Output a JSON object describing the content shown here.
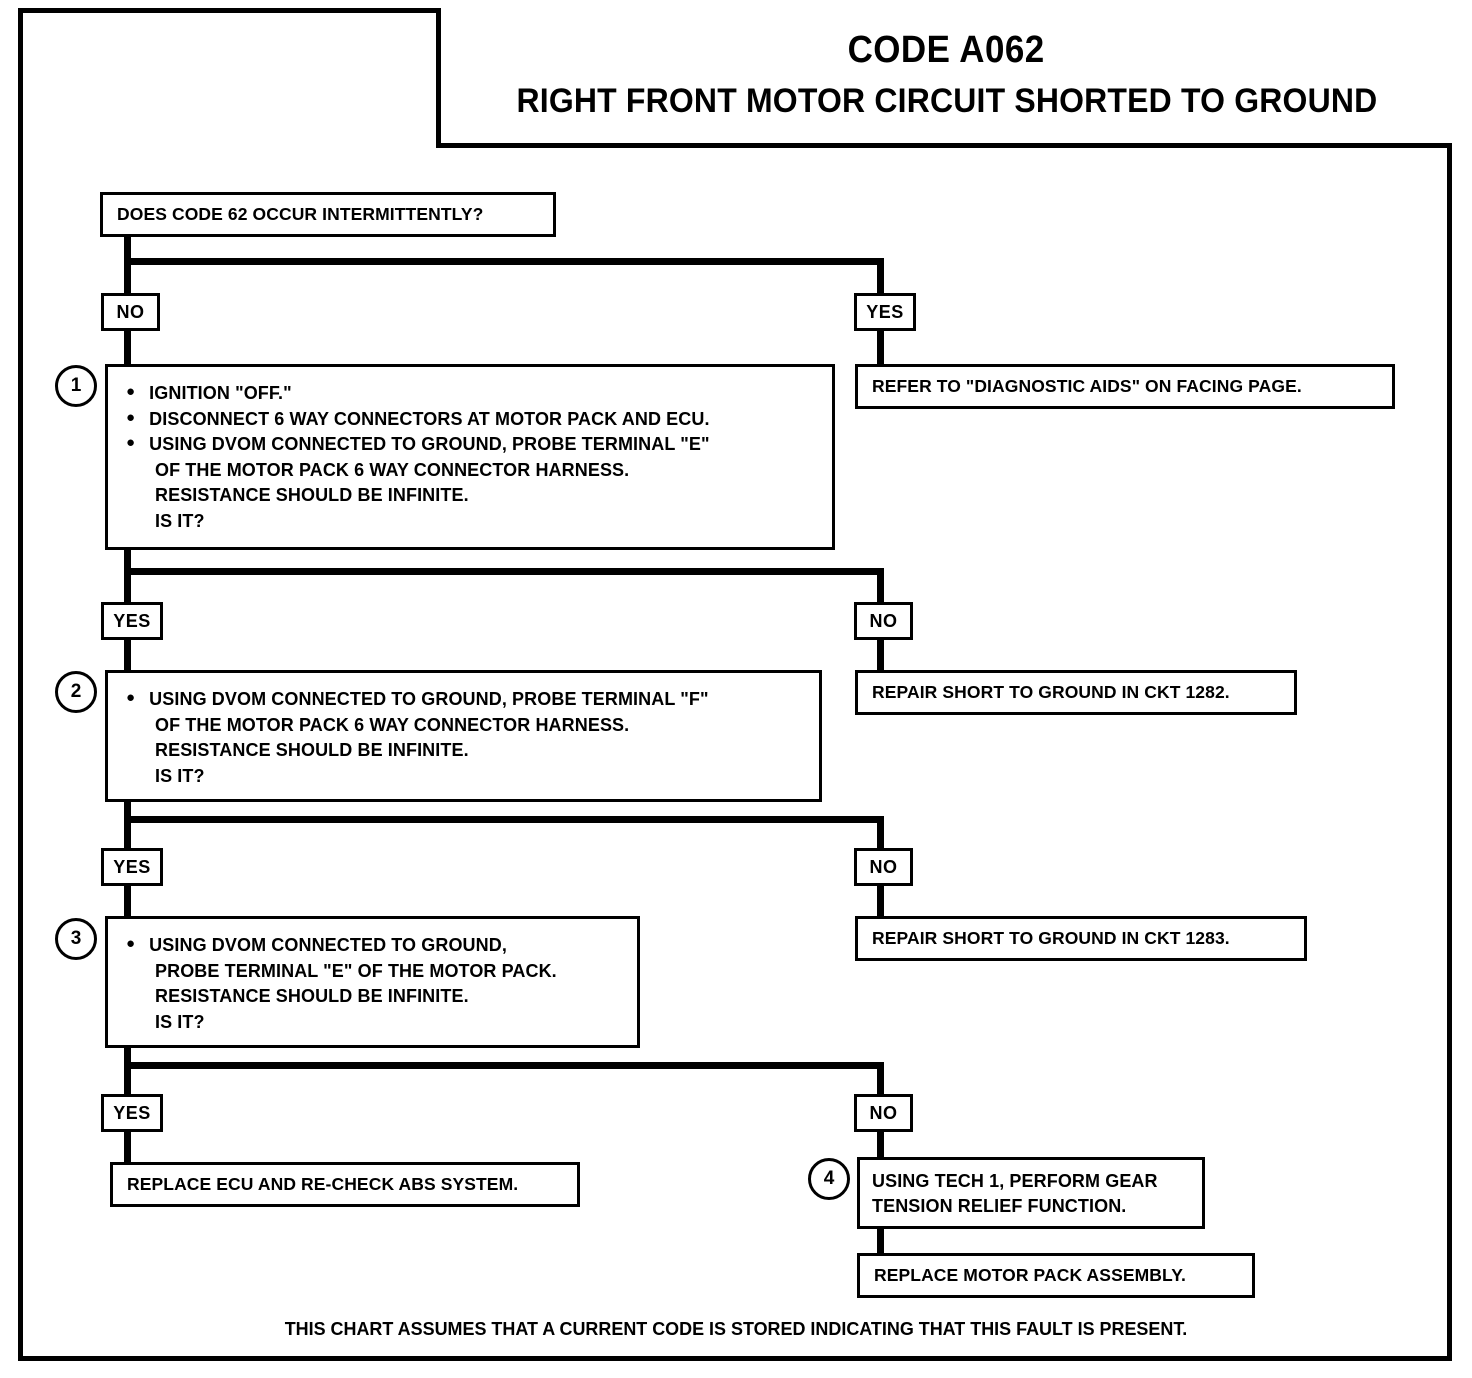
{
  "title": {
    "code": "CODE A062",
    "subtitle": "RIGHT FRONT MOTOR CIRCUIT SHORTED TO GROUND"
  },
  "flow": {
    "q0": {
      "text": "DOES CODE 62 OCCUR INTERMITTENTLY?"
    },
    "q0_no_label": "NO",
    "q0_yes_label": "YES",
    "diagnostic_aids": "REFER TO \"DIAGNOSTIC AIDS\" ON FACING PAGE.",
    "step1": {
      "number": "1",
      "bullet1": "IGNITION \"OFF.\"",
      "bullet2": "DISCONNECT 6 WAY CONNECTORS AT MOTOR PACK AND  ECU.",
      "bullet3": "USING DVOM CONNECTED TO GROUND, PROBE TERMINAL \"E\"",
      "bullet3_cont": "OF THE MOTOR PACK 6 WAY CONNECTOR HARNESS.\nRESISTANCE SHOULD BE INFINITE.\nIS IT?"
    },
    "step1_yes_label": "YES",
    "step1_no_label": "NO",
    "repair_1282": "REPAIR SHORT TO GROUND IN CKT 1282.",
    "step2": {
      "number": "2",
      "bullet1": "USING DVOM CONNECTED TO GROUND, PROBE TERMINAL \"F\"",
      "bullet1_cont": "OF THE MOTOR PACK 6 WAY CONNECTOR HARNESS.\nRESISTANCE SHOULD BE INFINITE.\nIS IT?"
    },
    "step2_yes_label": "YES",
    "step2_no_label": "NO",
    "repair_1283": "REPAIR SHORT TO GROUND IN CKT 1283.",
    "step3": {
      "number": "3",
      "bullet1": "USING DVOM CONNECTED TO GROUND,",
      "bullet1_cont": "PROBE TERMINAL \"E\" OF THE MOTOR PACK.\nRESISTANCE SHOULD BE INFINITE.\nIS IT?"
    },
    "step3_yes_label": "YES",
    "step3_no_label": "NO",
    "replace_ecu": "REPLACE ECU AND RE-CHECK ABS SYSTEM.",
    "step4": {
      "number": "4",
      "text": "USING TECH 1, PERFORM GEAR\nTENSION RELIEF FUNCTION."
    },
    "replace_motor_pack": "REPLACE MOTOR PACK ASSEMBLY."
  },
  "footer": {
    "note": "THIS CHART ASSUMES THAT A CURRENT CODE IS STORED INDICATING THAT THIS FAULT IS PRESENT."
  },
  "chart_data": {
    "type": "diagram",
    "title": "CODE A062 - RIGHT FRONT MOTOR CIRCUIT SHORTED TO GROUND",
    "nodes": [
      {
        "id": "q0",
        "label": "DOES CODE 62 OCCUR INTERMITTENTLY?",
        "kind": "decision"
      },
      {
        "id": "aids",
        "label": "REFER TO \"DIAGNOSTIC AIDS\" ON FACING PAGE.",
        "kind": "action"
      },
      {
        "id": "s1",
        "label": "IGNITION \"OFF.\" / DISCONNECT 6 WAY CONNECTORS AT MOTOR PACK AND ECU. / USING DVOM CONNECTED TO GROUND, PROBE TERMINAL \"E\" OF THE MOTOR PACK 6 WAY CONNECTOR HARNESS. RESISTANCE SHOULD BE INFINITE. IS IT?",
        "kind": "step",
        "step": 1
      },
      {
        "id": "r1282",
        "label": "REPAIR SHORT TO GROUND IN CKT 1282.",
        "kind": "action"
      },
      {
        "id": "s2",
        "label": "USING DVOM CONNECTED TO GROUND, PROBE TERMINAL \"F\" OF THE MOTOR PACK 6 WAY CONNECTOR HARNESS. RESISTANCE SHOULD BE INFINITE. IS IT?",
        "kind": "step",
        "step": 2
      },
      {
        "id": "r1283",
        "label": "REPAIR SHORT TO GROUND IN CKT 1283.",
        "kind": "action"
      },
      {
        "id": "s3",
        "label": "USING DVOM CONNECTED TO GROUND, PROBE TERMINAL \"E\" OF THE MOTOR PACK. RESISTANCE SHOULD BE INFINITE. IS IT?",
        "kind": "step",
        "step": 3
      },
      {
        "id": "ecu",
        "label": "REPLACE ECU AND RE-CHECK ABS SYSTEM.",
        "kind": "action"
      },
      {
        "id": "s4",
        "label": "USING TECH 1, PERFORM GEAR TENSION RELIEF FUNCTION.",
        "kind": "step",
        "step": 4
      },
      {
        "id": "mp",
        "label": "REPLACE MOTOR PACK ASSEMBLY.",
        "kind": "action"
      }
    ],
    "edges": [
      {
        "from": "q0",
        "to": "s1",
        "label": "NO"
      },
      {
        "from": "q0",
        "to": "aids",
        "label": "YES"
      },
      {
        "from": "s1",
        "to": "s2",
        "label": "YES"
      },
      {
        "from": "s1",
        "to": "r1282",
        "label": "NO"
      },
      {
        "from": "s2",
        "to": "s3",
        "label": "YES"
      },
      {
        "from": "s2",
        "to": "r1283",
        "label": "NO"
      },
      {
        "from": "s3",
        "to": "ecu",
        "label": "YES"
      },
      {
        "from": "s3",
        "to": "s4",
        "label": "NO"
      },
      {
        "from": "s4",
        "to": "mp",
        "label": ""
      }
    ],
    "footnote": "THIS CHART ASSUMES THAT A CURRENT CODE IS STORED INDICATING THAT THIS FAULT IS PRESENT."
  }
}
